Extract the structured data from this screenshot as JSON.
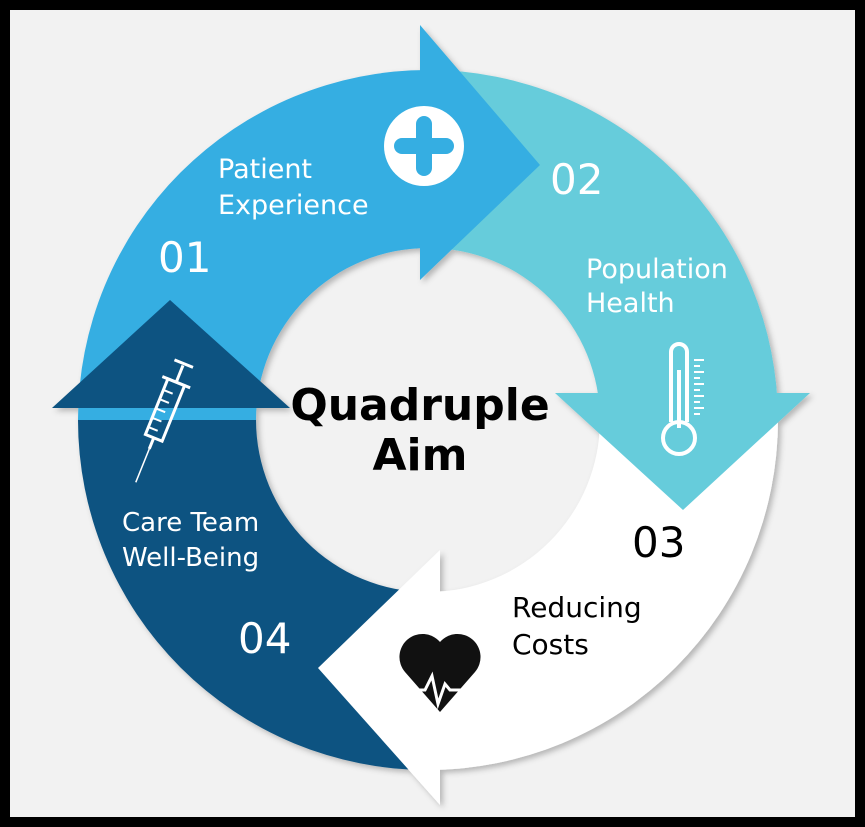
{
  "title": {
    "line1": "Quadruple",
    "line2": "Aim"
  },
  "segments": [
    {
      "number": "01",
      "line1": "Patient",
      "line2": "Experience",
      "icon": "plus-circle-icon",
      "color": "#35aee2"
    },
    {
      "number": "02",
      "line1": "Population",
      "line2": "Health",
      "icon": "thermometer-icon",
      "color": "#66ccdb"
    },
    {
      "number": "03",
      "line1": "Reducing",
      "line2": "Costs",
      "icon": "heart-pulse-icon",
      "color": "#ffffff"
    },
    {
      "number": "04",
      "line1": "Care Team",
      "line2": "Well-Being",
      "icon": "syringe-icon",
      "color": "#0b5281"
    }
  ]
}
